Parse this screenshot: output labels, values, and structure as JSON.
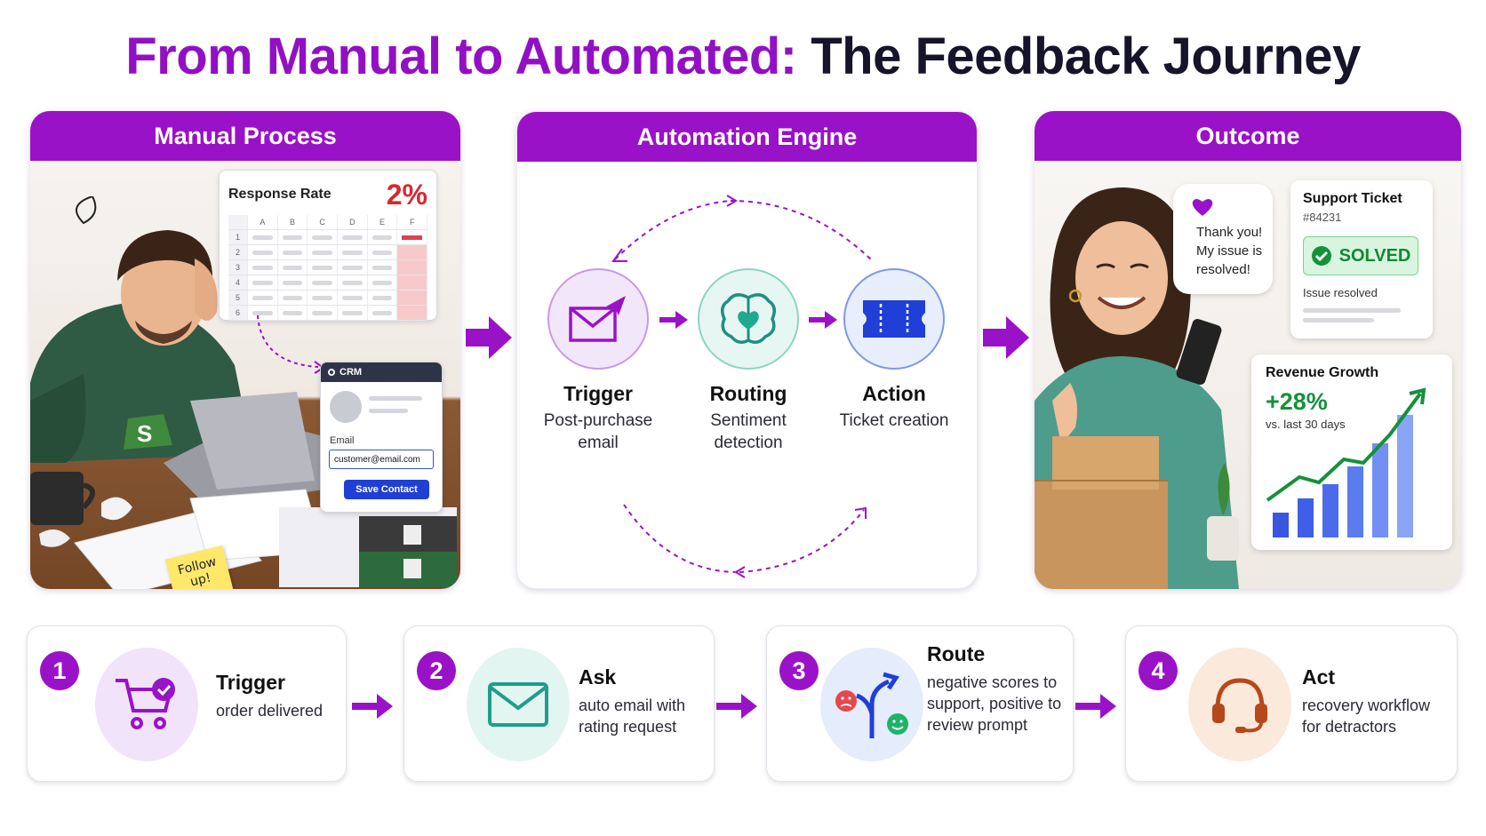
{
  "title": {
    "accent": "From Manual to Automated:",
    "dark": "The Feedback Journey"
  },
  "colors": {
    "brand_purple": "#9a12c7",
    "success_green": "#14913a",
    "alert_red": "#d9272e",
    "action_blue": "#1f3fd6"
  },
  "manual": {
    "heading": "Manual Process",
    "sheet": {
      "label": "Response Rate",
      "rate": "2%",
      "columns": [
        "A",
        "B",
        "C",
        "D",
        "E",
        "F"
      ],
      "rows": [
        "1",
        "2",
        "3",
        "4",
        "5",
        "6"
      ]
    },
    "crm": {
      "title": "CRM",
      "email_label": "Email",
      "email_value": "customer@email.com",
      "button": "Save Contact"
    },
    "sticky": "Follow up!"
  },
  "engine": {
    "heading": "Automation Engine",
    "nodes": [
      {
        "title": "Trigger",
        "desc": "Post-purchase email",
        "icon": "envelope-send-icon"
      },
      {
        "title": "Routing",
        "desc": "Sentiment detection",
        "icon": "brain-heart-icon"
      },
      {
        "title": "Action",
        "desc": "Ticket creation",
        "icon": "ticket-icon"
      }
    ]
  },
  "outcome": {
    "heading": "Outcome",
    "bubble": "Thank you! My issue is resolved!",
    "ticket": {
      "title": "Support Ticket",
      "number": "#84231",
      "status": "SOLVED",
      "note": "Issue resolved"
    },
    "growth": {
      "title": "Revenue Growth",
      "value": "+28%",
      "sub": "vs. last 30 days"
    }
  },
  "steps": [
    {
      "num": "1",
      "title": "Trigger",
      "desc": "order delivered",
      "icon": "cart-check-icon"
    },
    {
      "num": "2",
      "title": "Ask",
      "desc": "auto email with rating request",
      "icon": "envelope-icon"
    },
    {
      "num": "3",
      "title": "Route",
      "desc": "negative scores to support, positive to review prompt",
      "icon": "split-route-icon"
    },
    {
      "num": "4",
      "title": "Act",
      "desc": "recovery workflow for detractors",
      "icon": "headset-icon"
    }
  ]
}
